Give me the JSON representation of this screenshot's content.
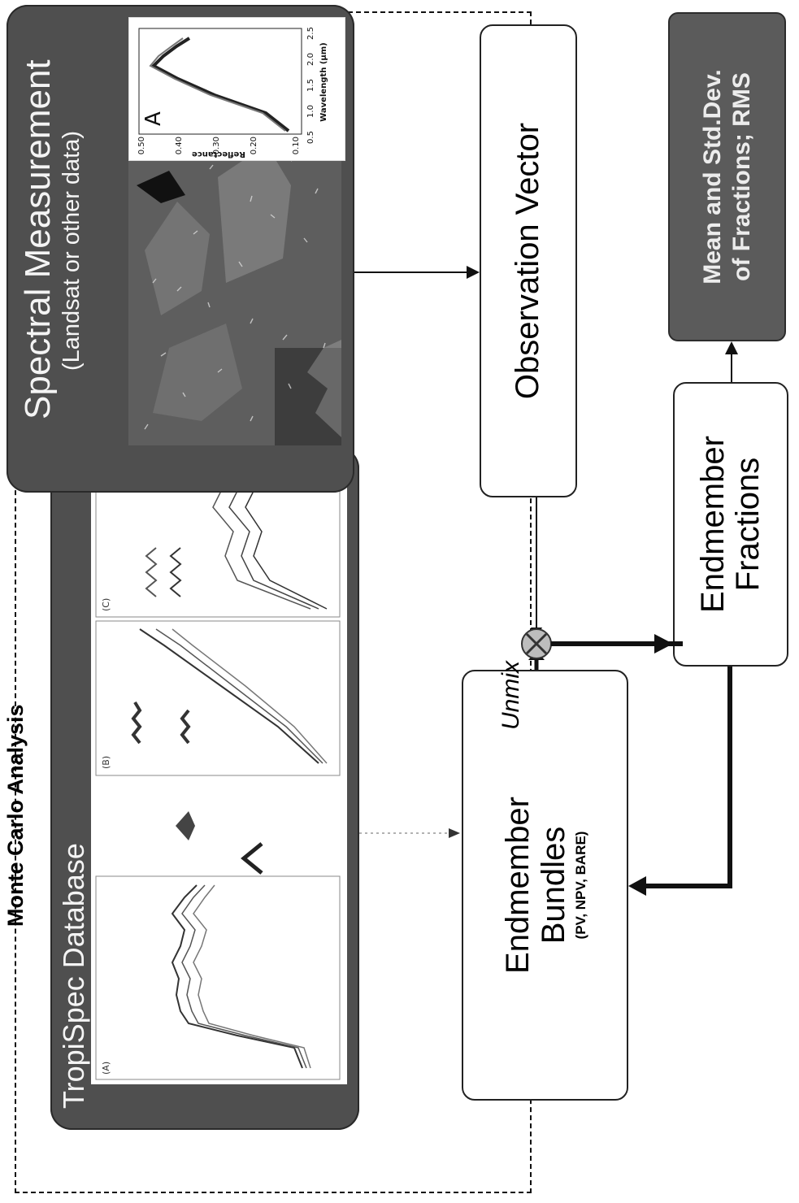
{
  "monte_carlo": {
    "title": "Monte Carlo Analysis"
  },
  "tropispec": {
    "title": "TropiSpec Database",
    "plot_a_label": "(A)",
    "plot_b_label": "(B)",
    "plot_c_label": "(C)"
  },
  "spectral": {
    "title": "Spectral Measurement",
    "subtitle": "(Landsat or other data)",
    "plot": {
      "panel_letter": "A",
      "xlabel": "Wavelength (µm)",
      "ylabel": "Reflectance",
      "x_ticks": [
        "0.5",
        "1.0",
        "1.5",
        "2.0",
        "2.5"
      ],
      "y_ticks": [
        "0.50",
        "0.40",
        "0.30",
        "0.20",
        "0.10"
      ]
    }
  },
  "boxes": {
    "observation_vector": "Observation Vector",
    "result_line1": "Mean and Std.Dev.",
    "result_line2": "of Fractions; RMS",
    "bundles_line1": "Endmember",
    "bundles_line2": "Bundles",
    "bundles_sub": "(PV, NPV, BARE)",
    "fractions_line1": "Endmember",
    "fractions_line2": "Fractions",
    "unmix": "Unmix"
  },
  "colors": {
    "panel_dark": "#4f4f4f",
    "result_fill": "#5b5b5b",
    "line": "#111111"
  }
}
